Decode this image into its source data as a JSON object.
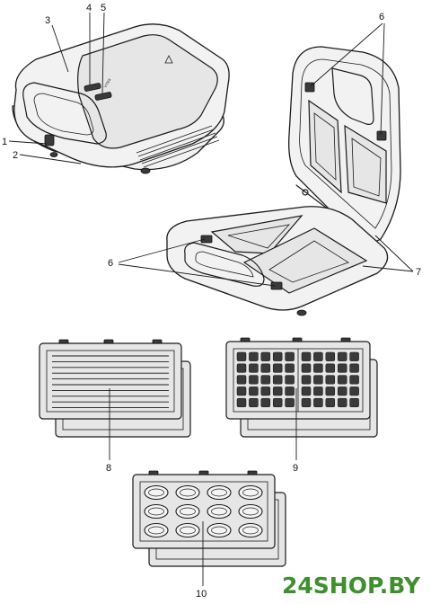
{
  "callouts": {
    "c1": "1",
    "c2": "2",
    "c3": "3",
    "c4": "4",
    "c5": "5",
    "c6a": "6",
    "c6b": "6",
    "c7": "7",
    "c8": "8",
    "c9": "9",
    "c10": "10"
  },
  "watermark": "24SHOP.BY",
  "colors": {
    "watermark": "#3f8f2f",
    "outline": "#1a1a1a",
    "surface": "#f2f2f2"
  }
}
